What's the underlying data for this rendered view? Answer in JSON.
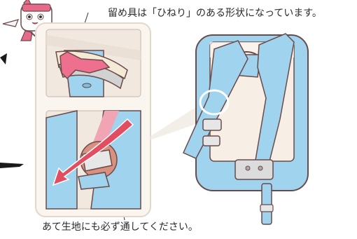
{
  "captions": {
    "top": "留め具は「ひねり」のある形状になっています。",
    "bottom": "あて生地にも必ず通してください。"
  },
  "colors": {
    "strap_blue": "#9fd3ee",
    "outline": "#6b4a4a",
    "accent_pink": "#ee6f8e",
    "inset_bg": "#f1e8e0",
    "panel_bg": "#fbf5ef",
    "arrow_red": "#e24e61",
    "metal": "#e6e6e6"
  },
  "icons": [
    "mascot-character",
    "backpack-illustration",
    "zoom-callout"
  ]
}
